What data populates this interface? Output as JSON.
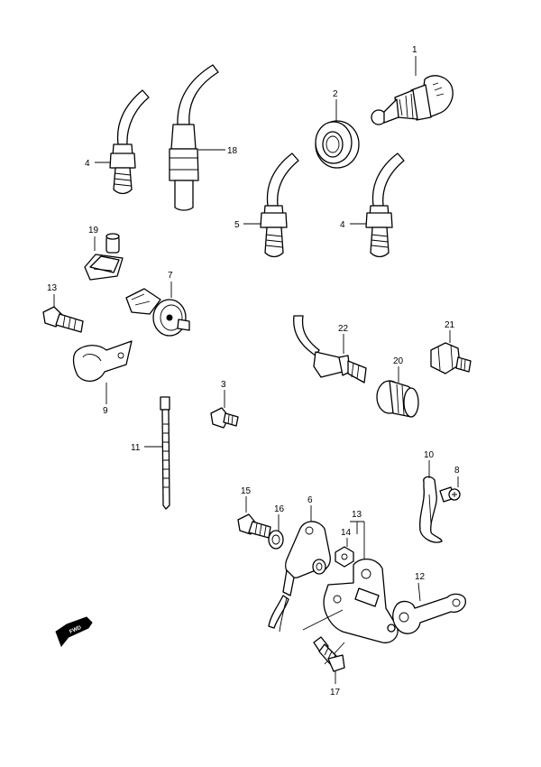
{
  "callouts": {
    "c1": "1",
    "c2": "2",
    "c3": "3",
    "c4a": "4",
    "c4b": "4",
    "c5": "5",
    "c6": "6",
    "c7": "7",
    "c8": "8",
    "c9": "9",
    "c10": "10",
    "c11": "11",
    "c12": "12",
    "c13a": "13",
    "c13b": "13",
    "c14": "14",
    "c15": "15",
    "c16": "16",
    "c17": "17",
    "c18": "18",
    "c19": "19",
    "c20": "20",
    "c21": "21",
    "c22": "22"
  },
  "fwd_badge": {
    "label": "FWD",
    "icon": "forward-arrow-icon"
  },
  "colors": {
    "line": "#000000",
    "background": "#ffffff"
  }
}
